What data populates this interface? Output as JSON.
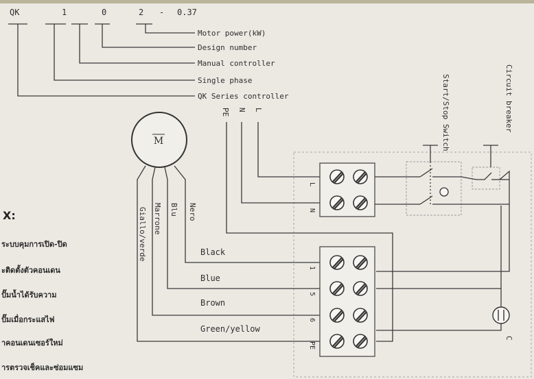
{
  "model_code": {
    "parts": [
      "QK",
      "1",
      "0",
      "2",
      "-",
      "0.37"
    ],
    "legend": [
      "Motor power(kW)",
      "Design number",
      "Manual controller",
      "Single phase",
      "QK Series controller"
    ]
  },
  "supply_terminals": [
    "PE",
    "N",
    "L"
  ],
  "switch_label": "Start/Stop Switch",
  "breaker_label": "Circuit breaker",
  "motor_symbol": "M",
  "motor_wire_colors": [
    "Giallo/verde",
    "Marrone",
    "Blu",
    "Nero"
  ],
  "upper_block_labels": [
    "L",
    "N"
  ],
  "lower_block_labels": [
    "1",
    "5",
    "6",
    "PE"
  ],
  "wire_labels": [
    "Black",
    "Blue",
    "Brown",
    "Green/yellow"
  ],
  "capacitor_label": "C",
  "left_panel": {
    "heading": "X:",
    "lines": [
      "ระบบคุมการเปิด-ปิด",
      "ะติดตั้งตัวคอนเดน",
      "ปั๊มน้ำได้รับความ",
      "ปั๊มเมื่อกระแสไฟ",
      "าคอนเดนเซอร์ใหม่",
      "ารตรวจเช็คและซ่อมแซม"
    ]
  },
  "colors": {
    "line": "#3a3a3a",
    "text": "#2e2e2e",
    "box_border": "#9a9a9a",
    "background": "#ece9e3"
  }
}
